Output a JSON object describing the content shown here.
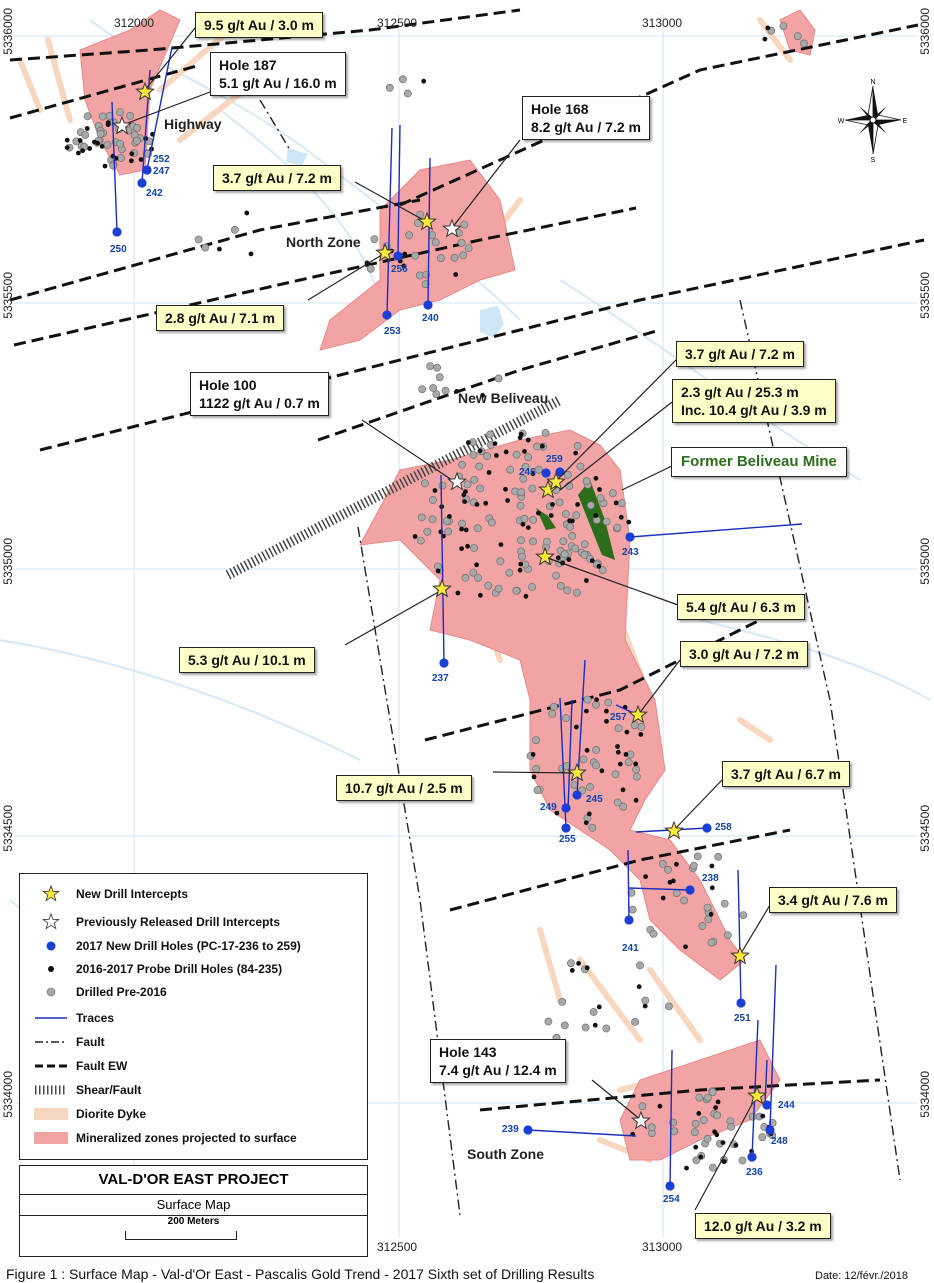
{
  "coords": {
    "top_x": [
      "312000",
      "312500",
      "313000"
    ],
    "bottom_x": [
      "312500",
      "313000"
    ],
    "left_y": [
      "5336000",
      "5335500",
      "5335000",
      "5334500",
      "5334000"
    ],
    "right_y": [
      "5336000",
      "5335500",
      "5335000",
      "5334500",
      "5334000"
    ]
  },
  "callouts": {
    "c95": "9.5 g/t Au / 3.0 m",
    "h187_title": "Hole 187",
    "h187_val": "5.1 g/t Au / 16.0 m",
    "h168_title": "Hole 168",
    "h168_val": "8.2 g/t Au / 7.2 m",
    "c37a": "3.7 g/t Au / 7.2 m",
    "c28": "2.8 g/t Au / 7.1 m",
    "h100_title": "Hole 100",
    "h100_val": "1122 g/t Au / 0.7 m",
    "c37b": "3.7 g/t Au / 7.2 m",
    "c23": "2.3 g/t Au / 25.3 m",
    "c23_inc": "Inc. 10.4 g/t Au / 3.9 m",
    "former_mine": "Former Beliveau Mine",
    "c54": "5.4 g/t Au / 6.3 m",
    "c53": "5.3 g/t Au / 10.1 m",
    "c30": "3.0 g/t Au / 7.2 m",
    "c107": "10.7 g/t Au / 2.5 m",
    "c37c": "3.7 g/t Au / 6.7 m",
    "c34": "3.4 g/t Au / 7.6 m",
    "h143_title": "Hole 143",
    "h143_val": "7.4 g/t Au / 12.4 m",
    "c120": "12.0 g/t Au / 3.2 m"
  },
  "zones": {
    "highway": "Highway",
    "north": "North Zone",
    "new_beliveau": "New Beliveau",
    "south": "South Zone"
  },
  "holes": [
    "252",
    "247",
    "242",
    "250",
    "256",
    "253",
    "240",
    "246",
    "259",
    "243",
    "237",
    "257",
    "249",
    "245",
    "255",
    "258",
    "238",
    "241",
    "251",
    "244",
    "248",
    "236",
    "239",
    "254"
  ],
  "legend": {
    "items": [
      "New Drill Intercepts",
      "Previously Released Drill Intercepts",
      "2017 New Drill Holes (PC-17-236 to 259)",
      "2016-2017 Probe Drill Holes (84-235)",
      "Drilled Pre-2016",
      "Traces",
      "Fault",
      "Fault EW",
      "Shear/Fault",
      "Diorite Dyke",
      "Mineralized zones projected to surface"
    ]
  },
  "title": {
    "project": "VAL-D'OR EAST PROJECT",
    "subtitle": "Surface Map",
    "scale": "200 Meters"
  },
  "caption": "Figure 1 : Surface Map - Val-d'Or East - Pascalis Gold Trend - 2017 Sixth set of Drilling Results",
  "date": "Date: 12/févr./2018",
  "compass": {
    "n": "N",
    "s": "S",
    "e": "E",
    "w": "W"
  },
  "colors": {
    "mineralized": "#f2a3a3",
    "dyke": "#f7d7c0",
    "new_hole": "#1a3fd6",
    "trace": "#1a2fbf",
    "star_new": "#ffe83a",
    "water": "#cfe6f7",
    "mine": "#2c6e1b"
  }
}
